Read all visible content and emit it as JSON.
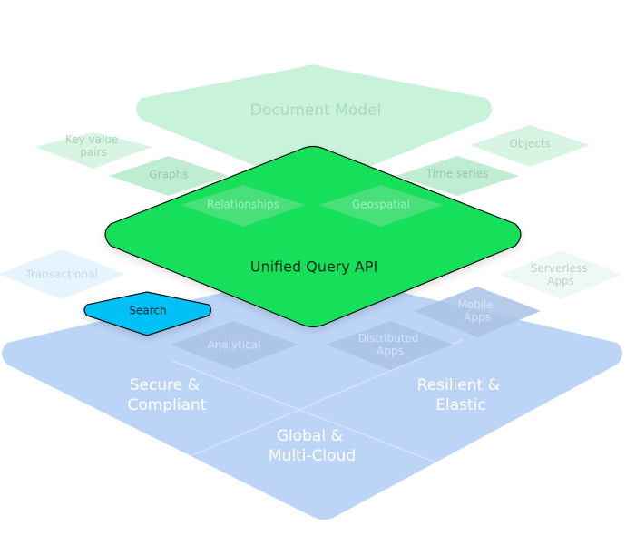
{
  "base": {
    "regions": [
      {
        "id": "secure",
        "lines": [
          "Secure &",
          "Compliant"
        ]
      },
      {
        "id": "resilient",
        "lines": [
          "Resilient &",
          "Elastic"
        ]
      },
      {
        "id": "global",
        "lines": [
          "Global &",
          "Multi-Cloud"
        ]
      }
    ]
  },
  "top_layer": {
    "label": "Document Model"
  },
  "middle_layer": {
    "label": "Unified Query API"
  },
  "tiles": {
    "key_value": [
      "Key value",
      "pairs"
    ],
    "graphs": [
      "Graphs"
    ],
    "objects": [
      "Objects"
    ],
    "time_series": [
      "Time series"
    ],
    "relationships": [
      "Relationships"
    ],
    "geospatial": [
      "Geospatial"
    ],
    "transactional": [
      "Transactional"
    ],
    "serverless": [
      "Serverless",
      "Apps"
    ],
    "search": [
      "Search"
    ],
    "mobile": [
      "Mobile",
      "Apps"
    ],
    "analytical": [
      "Analytical"
    ],
    "distributed": [
      "Distributed",
      "Apps"
    ]
  },
  "colors": {
    "base": "#bcd4f6",
    "top_layer": "#c8f2d9",
    "middle_layer": "#13e05a",
    "search": "#00c1f5"
  }
}
